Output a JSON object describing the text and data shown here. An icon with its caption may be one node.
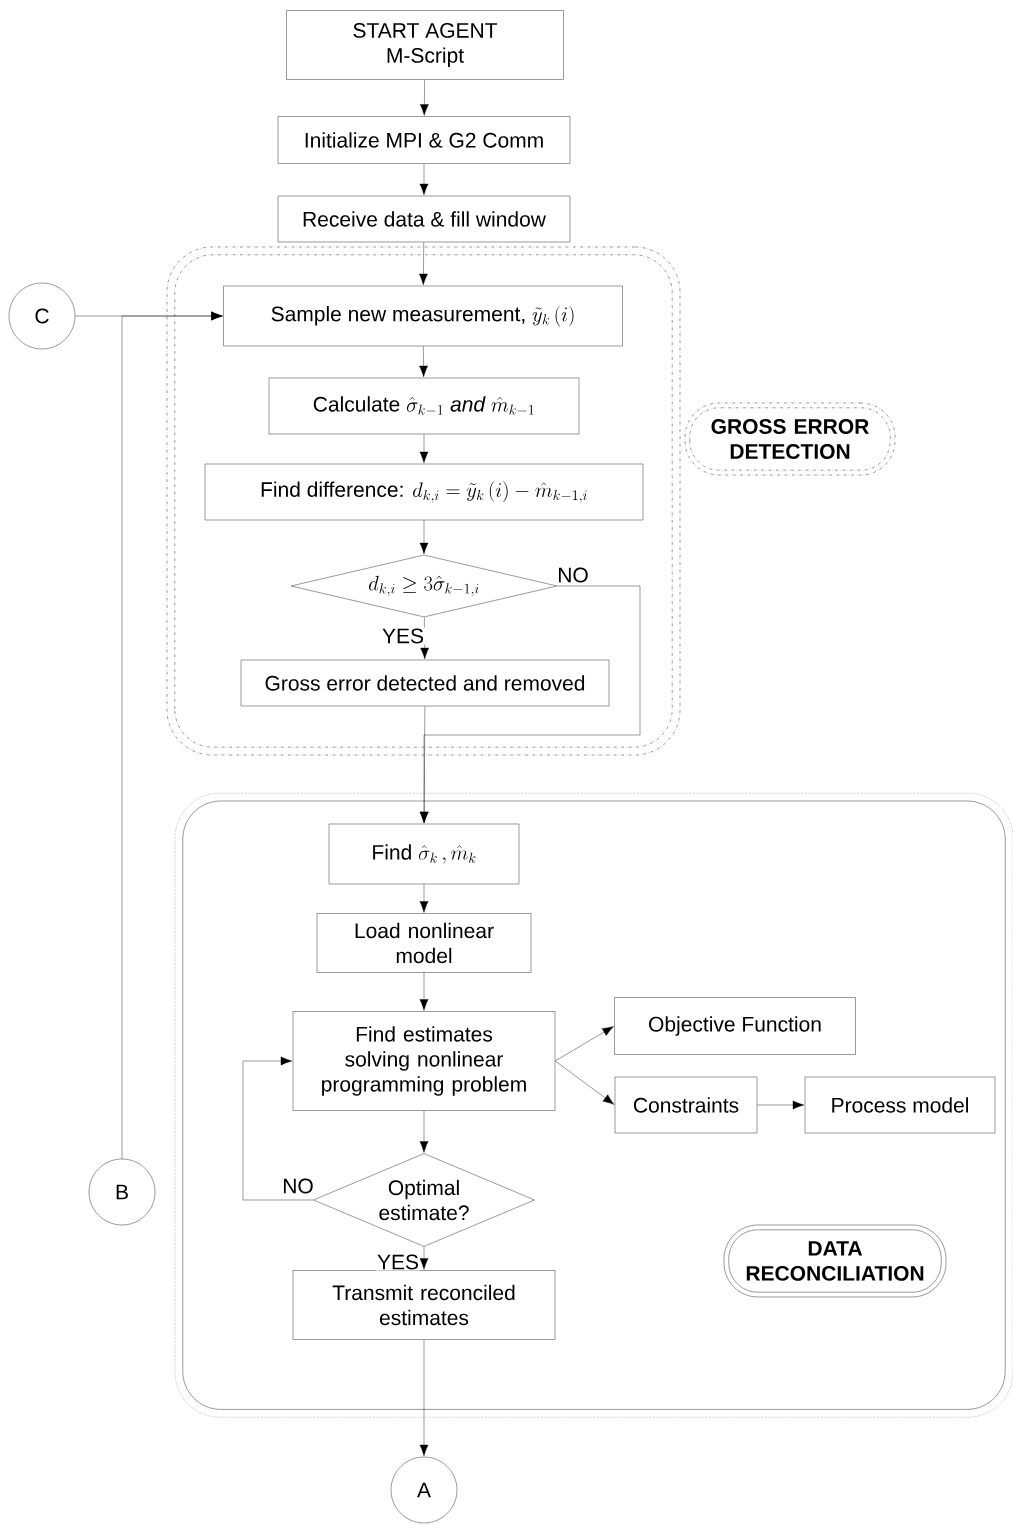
{
  "diagram": {
    "nodes": [
      {
        "text": [
          "START AGENT",
          "M-Script"
        ]
      },
      {
        "text": [
          "Initialize MPI & G2 Comm"
        ]
      },
      {
        "text": [
          "Receive data & fill window"
        ]
      },
      {
        "text": [
          "C"
        ]
      },
      {
        "text": [],
        "shape": "box"
      },
      {
        "text": [
          "Sample new measurement,",
          "\\tilde{y}_k\\,(i)"
        ],
        "in": 4
      },
      {
        "text": [
          "Calculate",
          "\\hat{\\sigma}_{k-1}\\ \\mathit{and}\\ \\hat{m}_{k-1}"
        ],
        "in": 4
      },
      {
        "text": [
          "Find difference:",
          "d_{k,i}=\\tilde{y}_k\\,(i)-\\hat{m}_{k-1,i}"
        ],
        "in": 4
      },
      {
        "text": [
          "d_{k,i}\\geq 3\\hat{\\sigma}_{k-1,i}"
        ],
        "in": 4
      },
      {
        "text": [
          "Gross error detected and removed"
        ],
        "in": 4
      },
      {
        "text": [
          "GROSS ERROR DETECTION"
        ]
      },
      {
        "text": [],
        "shape": "box"
      },
      {
        "text": [
          "Find",
          "\\hat{\\sigma}_k\\,,\\hat{m}_k"
        ],
        "in": 11
      },
      {
        "text": [
          "Load nonlinear model"
        ],
        "in": 11
      },
      {
        "text": [
          "Find estimates solving nonlinear programming problem"
        ],
        "in": 11
      },
      {
        "text": [
          "Objective Function"
        ],
        "in": 11
      },
      {
        "text": [
          "Constraints"
        ],
        "in": 11
      },
      {
        "text": [
          "Process model"
        ],
        "in": 11
      },
      {
        "text": [
          "Optimal estimate?"
        ],
        "in": 11
      },
      {
        "text": [
          "Transmit reconciled estimates"
        ],
        "in": 11
      },
      {
        "text": [
          "DATA RECONCILIATION"
        ],
        "in": 11
      },
      {
        "text": [
          "B"
        ]
      },
      {
        "text": [
          "A"
        ]
      }
    ],
    "edges": [
      {
        "from": 0,
        "to": 1,
        "arrow": "to"
      },
      {
        "from": 1,
        "to": 2,
        "arrow": "to"
      },
      {
        "from": 2,
        "to": 5,
        "arrow": "to"
      },
      {
        "from": 3,
        "to": 5,
        "arrow": "to"
      },
      {
        "from": 21,
        "to": 5,
        "arrow": "to"
      },
      {
        "from": 5,
        "to": 6,
        "arrow": "to"
      },
      {
        "from": 6,
        "to": 7,
        "arrow": "to"
      },
      {
        "from": 7,
        "to": 8,
        "arrow": "to"
      },
      {
        "from": 8,
        "to": 9,
        "arrow": "to",
        "label": "YES"
      },
      {
        "from": 8,
        "to": 12,
        "arrow": "to",
        "label": "NO"
      },
      {
        "from": 9,
        "to": 12,
        "arrow": "to"
      },
      {
        "from": 12,
        "to": 13,
        "arrow": "to"
      },
      {
        "from": 13,
        "to": 14,
        "arrow": "to"
      },
      {
        "from": 14,
        "to": 15,
        "arrow": "to"
      },
      {
        "from": 14,
        "to": 16,
        "arrow": "to"
      },
      {
        "from": 16,
        "to": 17,
        "arrow": "to"
      },
      {
        "from": 14,
        "to": 18,
        "arrow": "to"
      },
      {
        "from": 18,
        "to": 14,
        "arrow": "to",
        "label": "NO"
      },
      {
        "from": 18,
        "to": 19,
        "arrow": "to",
        "label": "YES"
      },
      {
        "from": 19,
        "to": 22,
        "arrow": "to"
      }
    ]
  }
}
